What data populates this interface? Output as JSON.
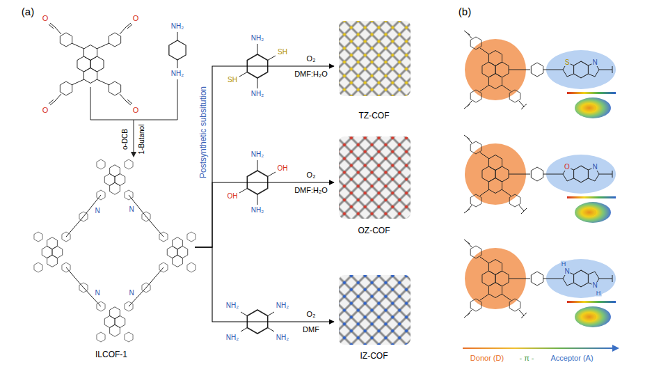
{
  "diagram": {
    "nodes": [
      {
        "text": [
          "ILCOF-1"
        ]
      },
      {
        "text": [
          "TZ-COF"
        ]
      },
      {
        "text": [
          "OZ-COF"
        ]
      },
      {
        "text": [
          "IZ-COF"
        ]
      }
    ],
    "edges": [
      {
        "from": 0,
        "to": 1,
        "arrow": "to",
        "label": "O₂"
      },
      {
        "from": 0,
        "to": 2,
        "arrow": "to",
        "label": "O₂"
      },
      {
        "from": 0,
        "to": 3,
        "arrow": "to",
        "label": "O₂"
      }
    ],
    "labels": [
      "(a)",
      "(b)",
      "O",
      "O",
      "O",
      "O",
      "NH₂",
      "NH₂",
      "o-DCB",
      "1-Butanol",
      "N",
      "N",
      "N",
      "N",
      "Postsynthetic subsitution",
      "NH₂",
      "SH",
      "SH",
      "NH₂",
      "DMF:H₂O",
      "NH₂",
      "OH",
      "OH",
      "NH₂",
      "DMF:H₂O",
      "NH₂",
      "NH₂",
      "NH₂",
      "NH₂",
      "DMF",
      "S",
      "N",
      "O",
      "N",
      "N",
      "H",
      "N",
      "H",
      "Donor (D)",
      "- π -",
      "Acceptor (A)"
    ]
  }
}
